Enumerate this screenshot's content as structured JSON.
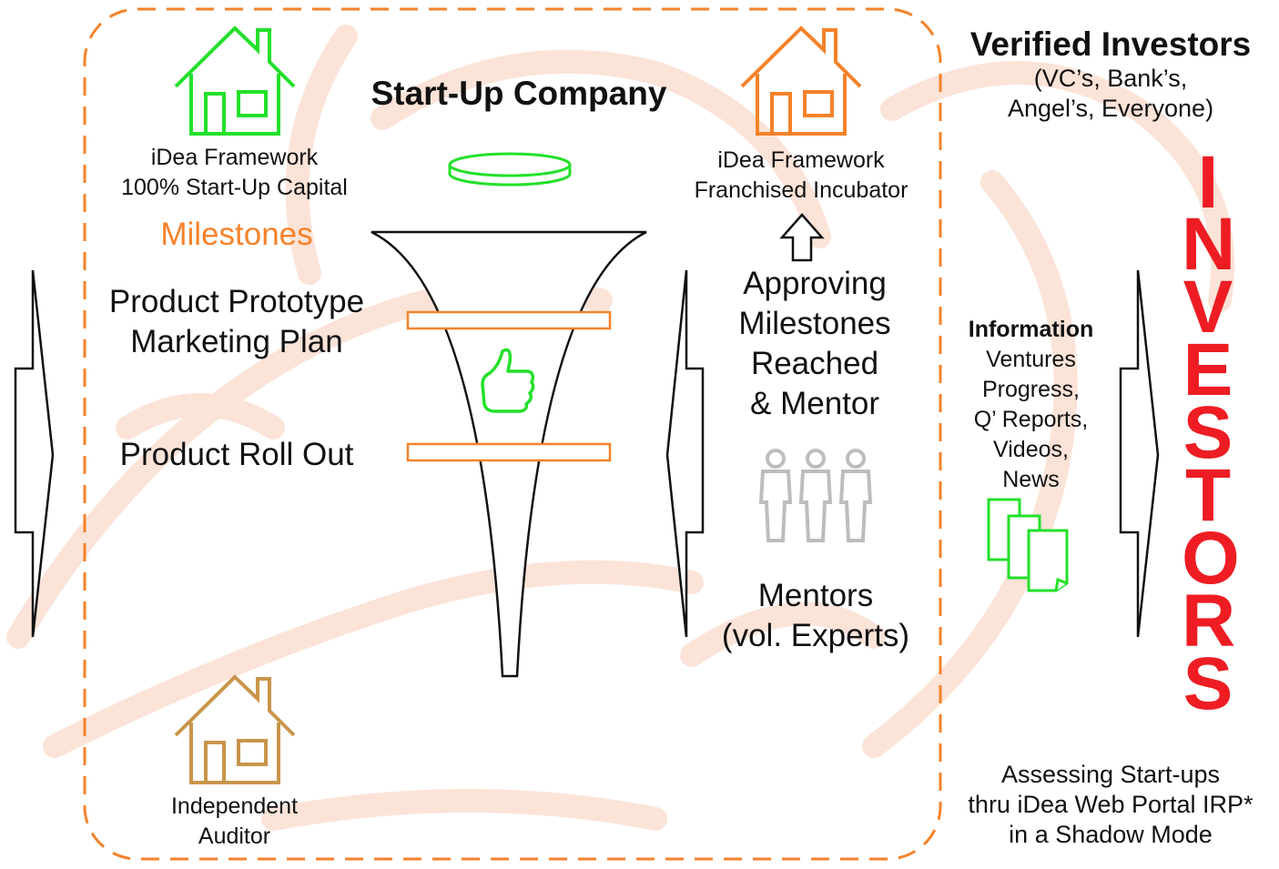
{
  "colors": {
    "orange": "#f5822a",
    "green": "#22e02a",
    "gold": "#c8954a",
    "red": "#ee1d23",
    "gray": "#bdbdbd",
    "watermark": "#fbe3d8"
  },
  "startup": {
    "title": "Start-Up Company"
  },
  "left_house": {
    "icon": "house-icon",
    "line1": "iDea Framework",
    "line2": "100% Start-Up Capital"
  },
  "milestones": {
    "heading": "Milestones",
    "item1_line1": "Product Prototype",
    "item1_line2": "Marketing Plan",
    "item2": "Product Roll Out"
  },
  "auditor": {
    "icon": "house-icon",
    "line1": "Independent",
    "line2": "Auditor"
  },
  "incubator": {
    "icon": "house-icon",
    "line1": "iDea Framework",
    "line2": "Franchised Incubator"
  },
  "approving": {
    "line1": "Approving",
    "line2": "Milestones",
    "line3": "Reached",
    "line4": "& Mentor"
  },
  "mentors": {
    "icon": "people-icon",
    "line1": "Mentors",
    "line2": "(vol. Experts)"
  },
  "investors_header": {
    "title": "Verified Investors",
    "line1": "(VC’s, Bank’s,",
    "line2": "Angel’s, Everyone)"
  },
  "information": {
    "title": "Information",
    "line1": "Ventures",
    "line2": "Progress,",
    "line3": "Q’ Reports,",
    "line4": "Videos,",
    "line5": "News",
    "icon": "documents-icon"
  },
  "investors_vertical": [
    "I",
    "N",
    "V",
    "E",
    "S",
    "T",
    "O",
    "R",
    "S"
  ],
  "assessing": {
    "line1": "Assessing Start-ups",
    "line2": "thru iDea Web Portal IRP*",
    "line3": "in a Shadow Mode"
  }
}
